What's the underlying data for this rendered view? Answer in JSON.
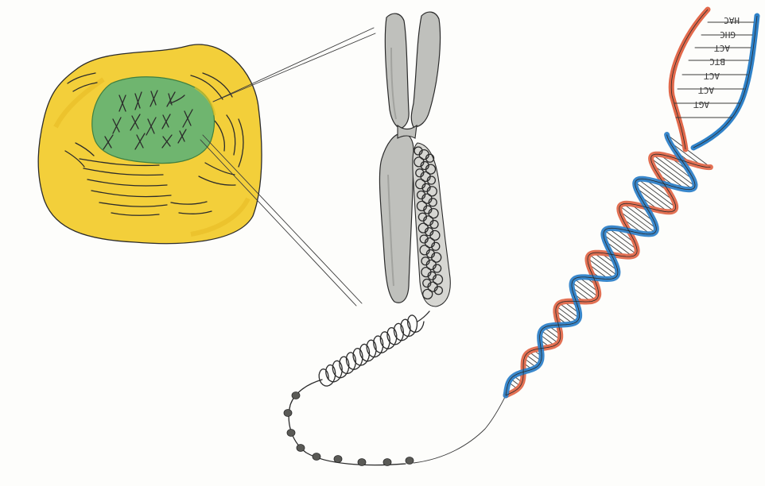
{
  "colors": {
    "cytoplasm": "#f3cf3a",
    "cytoplasm_edge": "#e0b524",
    "nucleus": "#6fb56f",
    "nucleus_edge": "#4f9a4f",
    "chromosome": "#bfc0bc",
    "chromosome_edge": "#6e6e6a",
    "strand_red": "#e2694b",
    "strand_blue": "#2f82c9",
    "ink": "#2b2b2b",
    "paper": "#fdfdfb"
  },
  "icons": [
    "cell-icon",
    "nucleus-icon",
    "chromosome-icon",
    "coiled-chromatin-icon",
    "dna-double-helix-icon"
  ],
  "base_pair_labels": [
    "HAC",
    "GHC",
    "ACT",
    "BTC",
    "ACT",
    "ACT",
    "AGT"
  ]
}
